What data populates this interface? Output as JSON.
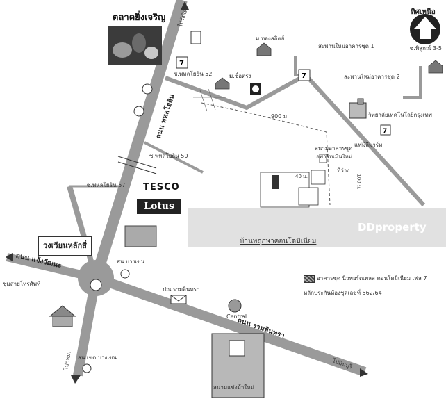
{
  "market": {
    "title": "ตลาดยิ่งเจริญ"
  },
  "compass": {
    "label": "ทิศเหนือ"
  },
  "roads": {
    "phahonyothin": "ถนน พหลโยธิน",
    "ngamwongwan": "ถนน แจ้งวัฒนะ",
    "ramintra": "ถนน รามอินทรา",
    "to_rangsit": "ไปรังสิต",
    "to_minburi": "ไปมีนบุรี",
    "to_bkk": "ไปกทม."
  },
  "sois": {
    "soi52": "ซ.พหลโยธิน 52",
    "soi50": "ซ.พหลโยธิน 50",
    "soi57": "ซ.พหลโยธิน 57",
    "sitthisak": "ซ.พิสูกณ์ 3-5"
  },
  "places": {
    "tongsomchit": "ม.ทองสถิตย์",
    "cheewong": "ม.ชื่อตรง",
    "new_bridge_1": "สะพานใหม่อาคารชุด 1",
    "new_bridge_2": "สะพานใหม่อาคารชุด 2",
    "college": "วิทยาลัยเทคโนโลยีกรุงเทพ",
    "park": "สนามอาคารชุด",
    "apartment": "อพาร์ทเม้นใหม่",
    "market_2": "แฟมิลีมาร์ท",
    "vacant": "ที่ว่าง",
    "dist_900": "900 ม.",
    "dist_40": "40 ม.",
    "dist_100": "100 ม.",
    "police": "สน.บางเขน",
    "post": "ปณ.รามอินทรา",
    "district": "สน.เขต บางเขน",
    "central": "Central",
    "race": "สนามแข่งม้าใหม่",
    "temple": "ชุมสายโทรศัพท์"
  },
  "roundabout": {
    "label": "วงเวียนหลักสี่"
  },
  "stores": {
    "tesco": "TESCO",
    "lotus": "Lotus"
  },
  "banner": {
    "project": "บ้านพฤกษาคอนโดมิเนียม",
    "watermark": "DDproperty"
  },
  "legend": {
    "item": "อาคารชุด นิวพอร์ตเพลส คอนโดมิเนียม เฟส 7",
    "note": "หลักประกันห้องชุดเลขที่ 562/64"
  },
  "colors": {
    "road": "#9a9a9a",
    "roadEdge": "#6a6a6a",
    "grid": "#555555"
  }
}
